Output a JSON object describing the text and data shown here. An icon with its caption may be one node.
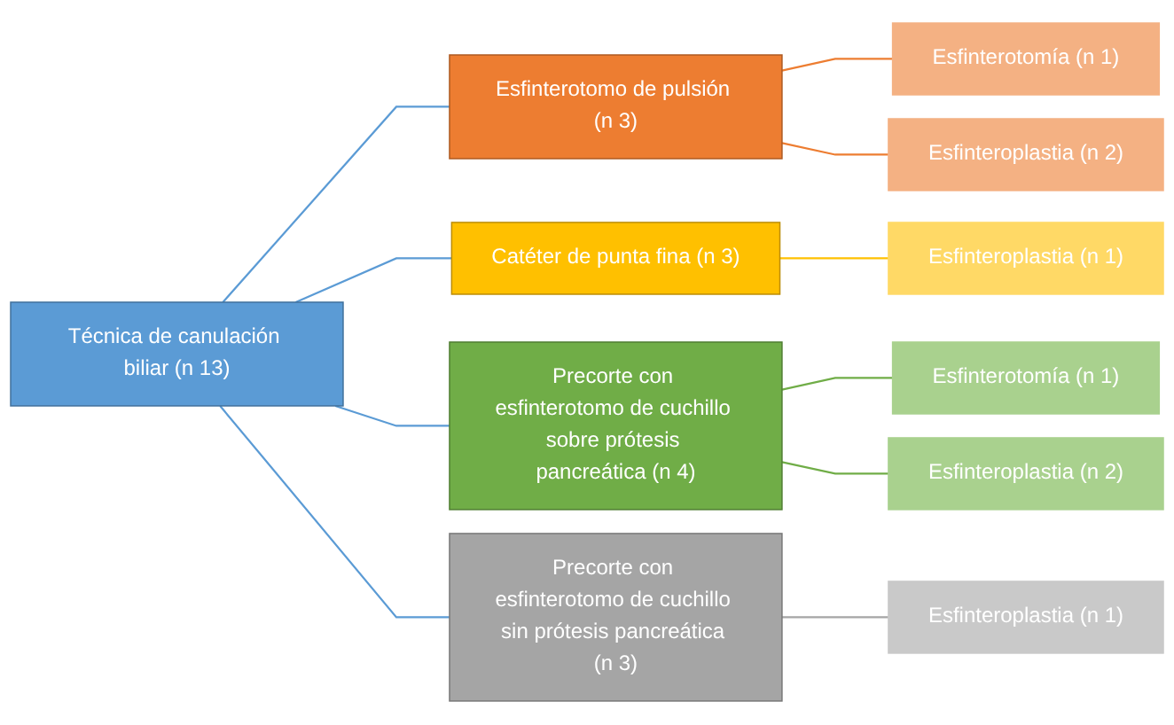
{
  "diagram": {
    "nodes": [
      {
        "text": [
          "Técnica de canulación biliar (n 13)"
        ]
      },
      {
        "text": [
          "Esfinterotomo de pulsión (n 3)"
        ]
      },
      {
        "text": [
          "Catéter de punta fina (n 3)"
        ]
      },
      {
        "text": [
          "Precorte con esfinterotomo de cuchillo sobre prótesis pancreática (n 4)"
        ]
      },
      {
        "text": [
          "Precorte con esfinterotomo de cuchillo sin prótesis pancreática (n 3)"
        ]
      },
      {
        "text": [
          "Esfinterotomía (n 1)"
        ]
      },
      {
        "text": [
          "Esfinteroplastia (n 2)"
        ]
      },
      {
        "text": [
          "Esfinteroplastia (n 1)"
        ]
      },
      {
        "text": [
          "Esfinterotomía (n 1)"
        ]
      },
      {
        "text": [
          "Esfinteroplastia (n 2)"
        ]
      },
      {
        "text": [
          "Esfinteroplastia (n 1)"
        ]
      }
    ],
    "edges": [
      {
        "from": 0,
        "to": 1,
        "arrow": "none"
      },
      {
        "from": 0,
        "to": 2,
        "arrow": "none"
      },
      {
        "from": 0,
        "to": 3,
        "arrow": "none"
      },
      {
        "from": 0,
        "to": 4,
        "arrow": "none"
      },
      {
        "from": 1,
        "to": 5,
        "arrow": "none",
        "color": "#ed7d31"
      },
      {
        "from": 1,
        "to": 6,
        "arrow": "none",
        "color": "#ed7d31"
      },
      {
        "from": 2,
        "to": 7,
        "arrow": "none",
        "color": "#ffc000"
      },
      {
        "from": 3,
        "to": 8,
        "arrow": "none",
        "color": "#70ad47"
      },
      {
        "from": 3,
        "to": 9,
        "arrow": "none",
        "color": "#70ad47"
      },
      {
        "from": 4,
        "to": 10,
        "arrow": "none",
        "color": "#a5a5a5"
      }
    ]
  }
}
